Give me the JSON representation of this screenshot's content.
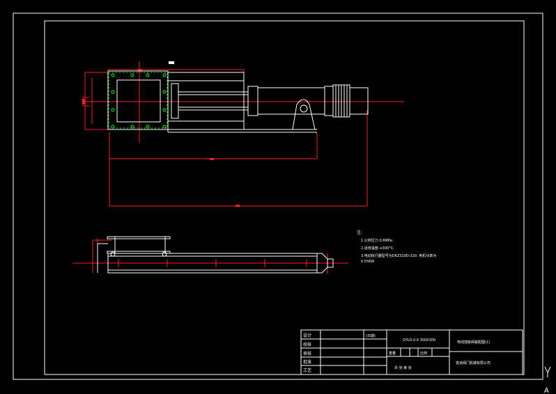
{
  "drawing": {
    "colors": {
      "background": "#000000",
      "outline": "#ffffff",
      "dimension": "#ff2020",
      "bolt_marks": "#00ff00"
    },
    "top_view_label": "A",
    "notes": {
      "heading": "注:",
      "lines": [
        "1.公称压力:0.6MPa;",
        "2.适用温度:≤300°C;",
        "3.电动执行器型号为DKZ310D-320. 电机功率为",
        "  0.55KW"
      ]
    },
    "title_block": {
      "rows": [
        "设计",
        "校核",
        "审核",
        "批准",
        "工艺"
      ],
      "date_label": "(日期)",
      "model": "DYLD-0.6 300X300",
      "drawing_title": "电动插板阀装配图(1)",
      "scale_label": "比例",
      "weight_label": "重量",
      "sheets": "共    张    第    张",
      "company": "铁道阀门机械有限公司"
    }
  }
}
